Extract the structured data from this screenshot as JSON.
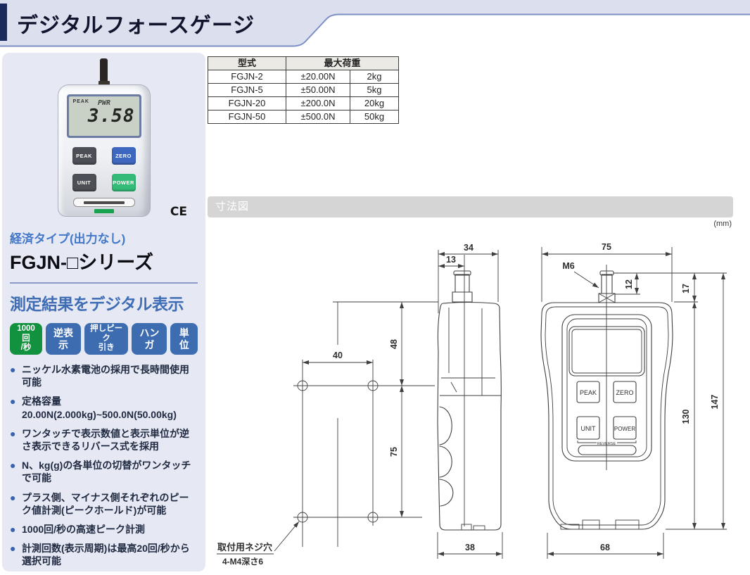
{
  "header": {
    "title": "デジタルフォースゲージ"
  },
  "product": {
    "photo": {
      "lcd_peak_label": "PEAK",
      "lcd_small_value": "PWR",
      "lcd_value": "3.58",
      "button_peak": "PEAK",
      "button_zero": "ZERO",
      "button_unit": "UNIT",
      "button_power": "POWER",
      "ce_mark": "CE"
    },
    "type_label": "経済タイプ(出力なし)",
    "series_name": "FGJN-□シリーズ",
    "headline": "測定結果をデジタル表示",
    "badges": [
      {
        "line1": "1000回",
        "line2": "/秒",
        "color": "#12913f"
      },
      {
        "line1": "逆表示",
        "color": "#3d6cb1"
      },
      {
        "line1": "押しピーク",
        "line2": "引き",
        "color": "#3d6cb1"
      },
      {
        "line1": "ハンガ",
        "color": "#3d6cb1"
      },
      {
        "line1": "単位",
        "color": "#3d6cb1"
      }
    ],
    "bullet_char": "●",
    "features": [
      "ニッケル水素電池の採用で長時間使用可能",
      "定格容量20.00N(2.000kg)~500.0N(50.00kg)",
      "ワンタッチで表示数値と表示単位が逆さ表示できるリバース式を採用",
      "N、kg(g)の各単位の切替がワンタッチで可能",
      "プラス側、マイナス側それぞれのピーク値計測(ピークホールド)が可能",
      "1000回/秒の高速ピーク計測",
      "計測回数(表示周期)は最高20回/秒から選択可能"
    ]
  },
  "spec_table": {
    "header_model": "型式",
    "header_max_load": "最大荷重",
    "rows": [
      {
        "model": "FGJN-2",
        "load_n": "±20.00N",
        "load_kg": "2kg"
      },
      {
        "model": "FGJN-5",
        "load_n": "±50.00N",
        "load_kg": "5kg"
      },
      {
        "model": "FGJN-20",
        "load_n": "±200.0N",
        "load_kg": "20kg"
      },
      {
        "model": "FGJN-50",
        "load_n": "±500.0N",
        "load_kg": "50kg"
      }
    ]
  },
  "dimensions": {
    "section_title": "寸法図",
    "unit_note": "(mm)",
    "side_top_width": "34",
    "side_shaft_offset": "13",
    "hole_pitch_x": "40",
    "hole_offset_top": "48",
    "hole_pitch_y": "75",
    "side_depth": "38",
    "front_width": "75",
    "shaft_thread": "M6",
    "shaft_length": "12",
    "shaft_total": "17",
    "body_height": "130",
    "total_height": "147",
    "front_bottom_width": "68",
    "mount_note_line1": "取付用ネジ穴",
    "mount_note_line2": "4-M4深さ6",
    "btn_peak": "PEAK",
    "btn_zero": "ZERO",
    "btn_unit": "UNIT",
    "btn_power": "POWER",
    "reverse_label": "REVERSE"
  }
}
